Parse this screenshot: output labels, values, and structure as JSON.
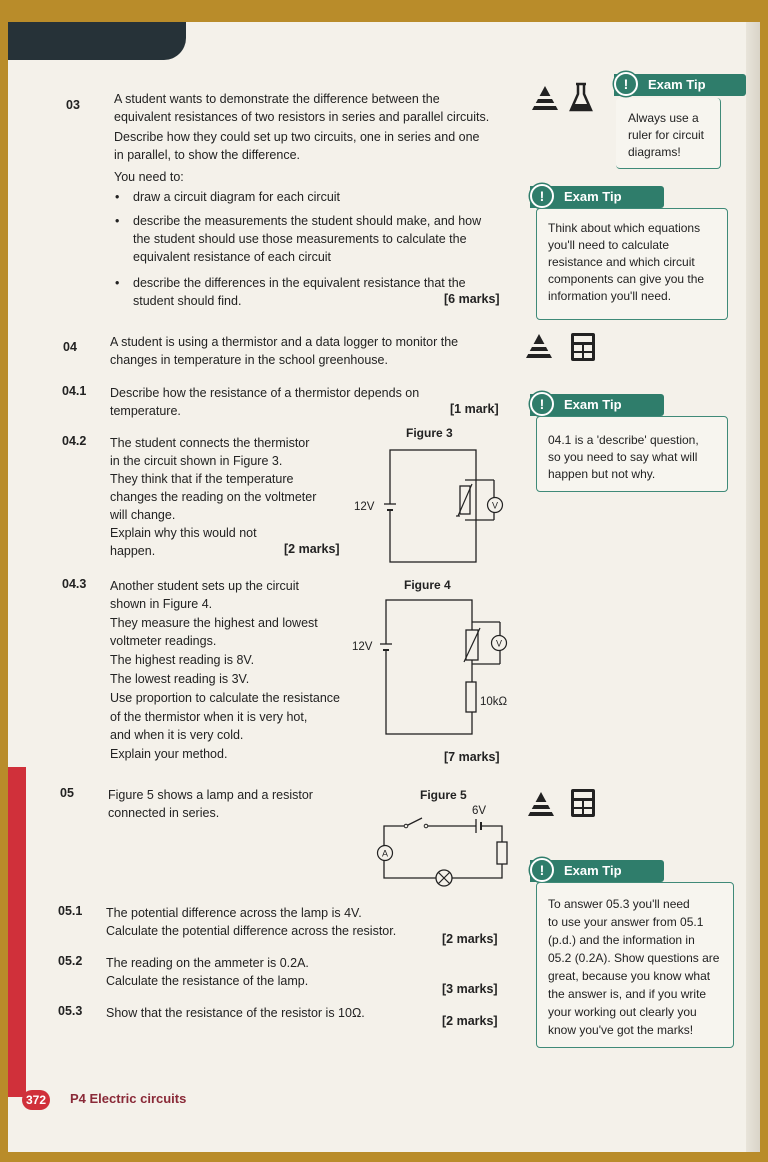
{
  "page": {
    "number": "372",
    "chapter": "P4 Electric circuits"
  },
  "q03": {
    "num": "03",
    "stem": [
      "A student wants to demonstrate the difference between the",
      "equivalent resistances of two resistors in series and parallel circuits.",
      "Describe how they could set up two circuits, one in series and one",
      "in parallel, to show the difference."
    ],
    "need": "You need to:",
    "bullets": [
      [
        "draw a circuit diagram for each circuit"
      ],
      [
        "describe the measurements the student should make, and how",
        "the student should use those measurements to calculate the",
        "equivalent resistance of each circuit"
      ],
      [
        "describe the differences in the equivalent resistance that the",
        "student should find."
      ]
    ],
    "marks": "[6 marks]"
  },
  "q04": {
    "num": "04",
    "stem": [
      "A student is using a thermistor and a data logger to monitor the",
      "changes in temperature in the school greenhouse."
    ],
    "p1": {
      "num": "04.1",
      "lines": [
        "Describe how the resistance of a thermistor depends on",
        "temperature."
      ],
      "marks": "[1 mark]"
    },
    "p2": {
      "num": "04.2",
      "lines": [
        "The student connects the thermistor",
        "in the circuit shown in Figure 3.",
        "They think that if the temperature",
        "changes the reading on the voltmeter",
        "will change.",
        "Explain why this would not",
        "happen."
      ],
      "marks": "[2 marks]",
      "figure": "Figure 3",
      "voltage": "12V"
    },
    "p3": {
      "num": "04.3",
      "lines": [
        "Another student sets up the circuit",
        "shown in Figure 4.",
        "They measure the highest and lowest",
        "voltmeter readings.",
        "The highest reading is 8V.",
        "The lowest reading is 3V.",
        "Use proportion to calculate the resistance",
        "of the thermistor when it is very hot,",
        "and when it is very cold.",
        "Explain your method."
      ],
      "marks": "[7 marks]",
      "figure": "Figure 4",
      "voltage": "12V",
      "resistor": "10kΩ"
    }
  },
  "q05": {
    "num": "05",
    "stem": [
      "Figure 5 shows a lamp and a resistor",
      "connected in series."
    ],
    "figure": "Figure 5",
    "voltage": "6V",
    "p1": {
      "num": "05.1",
      "lines": [
        "The potential difference across the lamp is 4V.",
        "Calculate the potential difference across the resistor."
      ],
      "marks": "[2 marks]"
    },
    "p2": {
      "num": "05.2",
      "lines": [
        "The reading on the ammeter is 0.2A.",
        "Calculate the resistance of the lamp."
      ],
      "marks": "[3 marks]"
    },
    "p3": {
      "num": "05.3",
      "lines": [
        "Show that the resistance of the resistor is 10Ω."
      ],
      "marks": "[2 marks]"
    }
  },
  "tips": [
    {
      "title": "Exam Tip",
      "lines": [
        "Always use a",
        "ruler for circuit",
        "diagrams!"
      ]
    },
    {
      "title": "Exam Tip",
      "lines": [
        "Think about which equations",
        "you'll need to calculate",
        "resistance and which circuit",
        "components can give you the",
        "information you'll need."
      ]
    },
    {
      "title": "Exam Tip",
      "lines": [
        "04.1 is a 'describe' question,",
        "so you need to say what will",
        "happen but not why."
      ]
    },
    {
      "title": "Exam Tip",
      "lines": [
        "To answer 05.3 you'll need",
        "to use your answer from 05.1",
        "(p.d.) and the information in",
        "05.2 (0.2A). Show questions are",
        "great, because you know what",
        "the answer is, and if you write",
        "your working out clearly you",
        "know you've got the marks!"
      ]
    }
  ],
  "symbols": {
    "ammeter": "A",
    "voltmeter": "V",
    "tip_mark": "!"
  },
  "colors": {
    "tip_green": "#2f7d6b",
    "accent_red": "#d0303a",
    "top_bar": "#263238"
  }
}
